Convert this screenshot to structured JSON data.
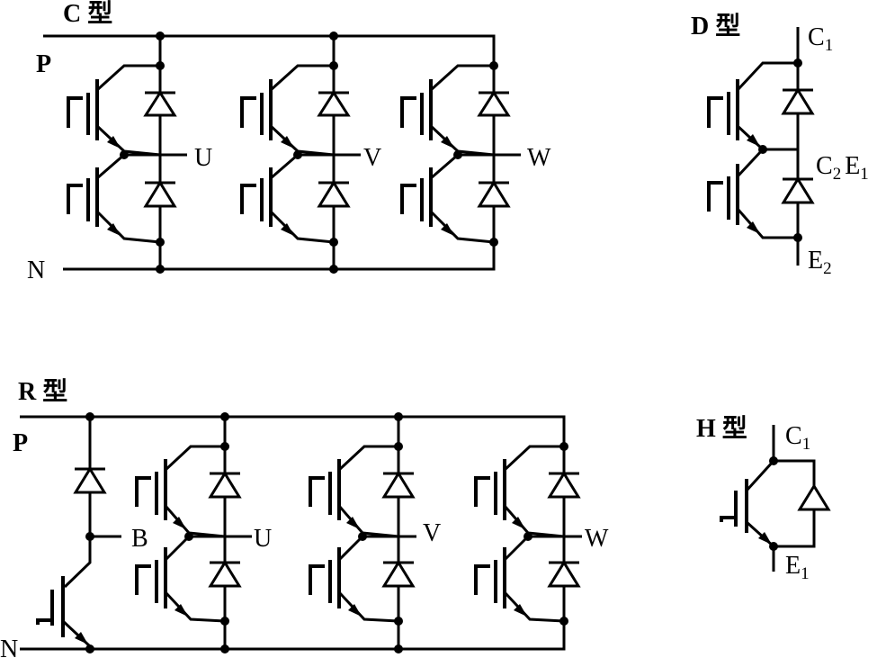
{
  "modules": {
    "c": {
      "title": "C 型",
      "p": "P",
      "n": "N",
      "outputs": [
        "U",
        "V",
        "W"
      ]
    },
    "d": {
      "title": "D 型",
      "c1": "C",
      "c1_sub": "1",
      "mid_c": "C",
      "mid_c_sub": "2",
      "mid_e": "E",
      "mid_e_sub": "1",
      "e2": "E",
      "e2_sub": "2"
    },
    "r": {
      "title": "R 型",
      "p": "P",
      "n": "N",
      "brake": "B",
      "outputs": [
        "U",
        "V",
        "W"
      ]
    },
    "h": {
      "title": "H 型",
      "c1": "C",
      "c1_sub": "1",
      "e1": "E",
      "e1_sub": "1"
    }
  }
}
